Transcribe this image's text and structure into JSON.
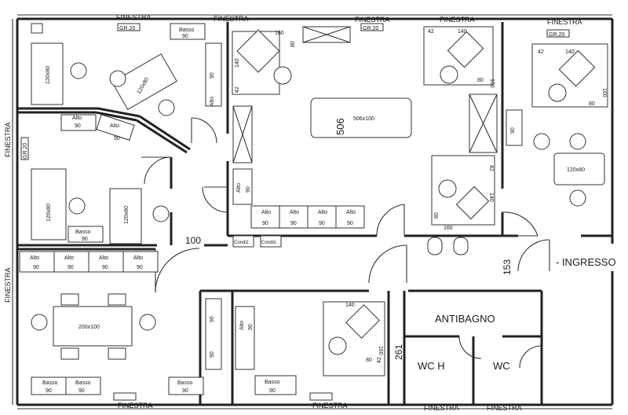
{
  "labels": {
    "window": "FINESTRA",
    "window_sill": "GR.20",
    "entrance": "- INGRESSO",
    "antibagno": "ANTIBAGNO",
    "wc_h": "WC H",
    "wc": "WC",
    "dim_100": "100",
    "dim_506": "506",
    "dim_153": "153",
    "dim_261": "261",
    "cabinet_alto": "Alto",
    "cabinet_basso": "Basso",
    "cabinet_depth_90": "90",
    "desk_160": "160",
    "desk_140": "140",
    "desk_80": "80",
    "desk_42": "42",
    "table_120x80": "120x80",
    "table_200x100": "200x100",
    "table_506x100": "506x100",
    "cond_label": "Condiz."
  }
}
